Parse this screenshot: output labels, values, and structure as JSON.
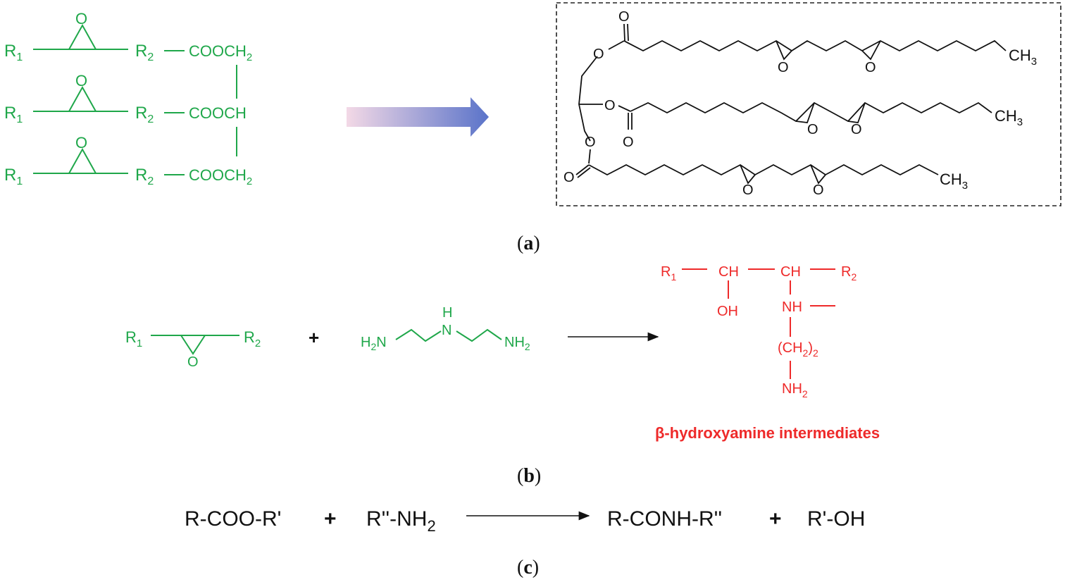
{
  "panel_a": {
    "caption": "a",
    "rows": [
      {
        "r1": "R",
        "r1_sub": "1",
        "o": "O",
        "r2": "R",
        "r2_sub": "2",
        "ester": "COOCH",
        "ester_sub": "2"
      },
      {
        "r1": "R",
        "r1_sub": "1",
        "o": "O",
        "r2": "R",
        "r2_sub": "2",
        "ester": "COOCH",
        "ester_sub": ""
      },
      {
        "r1": "R",
        "r1_sub": "1",
        "o": "O",
        "r2": "R",
        "r2_sub": "2",
        "ester": "COOCH",
        "ester_sub": "2"
      }
    ],
    "arrow_colors": [
      "#f3d9e6",
      "#5a73c9"
    ],
    "structure": {
      "chain1_end": "CH",
      "chain1_end_sub": "3",
      "chain2_end": "CH",
      "chain2_end_sub": "3",
      "chain3_end": "CH",
      "chain3_end_sub": "3",
      "oxygen": "O"
    }
  },
  "panel_b": {
    "caption": "b",
    "epoxide": {
      "r1": "R",
      "r1_sub": "1",
      "r2": "R",
      "r2_sub": "2",
      "o": "O"
    },
    "plus": "+",
    "amine": {
      "h": "H",
      "n": "N",
      "left": "H",
      "left_sub": "2",
      "left_n": "N",
      "right": "NH",
      "right_sub": "2"
    },
    "product": {
      "r1": "R",
      "r1_sub": "1",
      "ch1": "CH",
      "ch2": "CH",
      "r2": "R",
      "r2_sub": "2",
      "oh": "OH",
      "nh": "NH",
      "ch2group": "(CH",
      "ch2group_sub": "2",
      "ch2group_close": ")",
      "ch2group_n": "2",
      "nh2": "NH",
      "nh2_sub": "2"
    },
    "product_label": "β-hydroxyamine intermediates",
    "product_color": "#ee2a2a",
    "reactant_color": "#1fa74a"
  },
  "panel_c": {
    "caption": "c",
    "reactant1": "R-COO-R'",
    "plus1": "+",
    "reactant2": "R''-NH",
    "reactant2_sub": "2",
    "product1": "R-CONH-R''",
    "plus2": "+",
    "product2": "R'-OH"
  }
}
